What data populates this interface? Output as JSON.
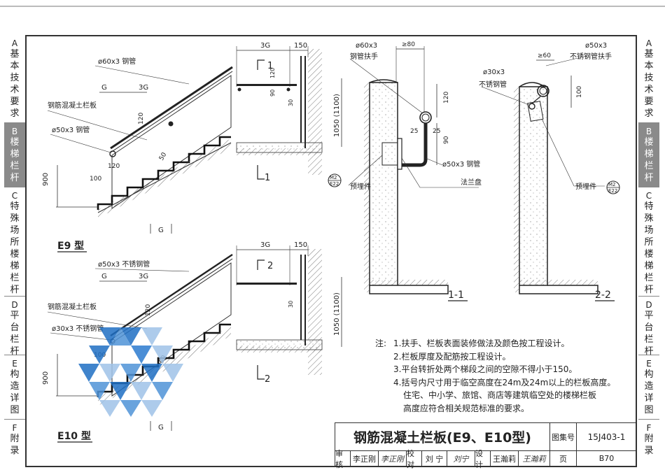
{
  "side_tabs": [
    {
      "letter": "A",
      "label": "基本技术要求",
      "active": false
    },
    {
      "letter": "B",
      "label": "楼梯栏杆",
      "active": true
    },
    {
      "letter": "C",
      "label": "特殊场所楼梯栏杆",
      "active": false
    },
    {
      "letter": "D",
      "label": "平台栏杆",
      "active": false
    },
    {
      "letter": "E",
      "label": "构造详图",
      "active": false
    },
    {
      "letter": "F",
      "label": "附录",
      "active": false
    }
  ],
  "e9": {
    "label": "E9 型",
    "pipe_top": "ø60x3 钢管",
    "panel": "钢筋混凝土栏板",
    "pipe_inner": "ø50x3 钢管",
    "dim_g": "G",
    "dim_3g": "3G",
    "dim_120": "120",
    "dim_50": "50",
    "dim_120b": "120",
    "dim_100": "100",
    "dim_900": "900",
    "dim_g_bottom": "G"
  },
  "e10": {
    "label": "E10 型",
    "pipe_top": "ø50x3 不锈钢管",
    "panel": "钢筋混凝土栏板",
    "pipe_inner": "ø30x3 不锈钢管",
    "dim_g": "G",
    "dim_3g": "3G",
    "dim_120": "120",
    "dim_50": "50",
    "dim_100": "100",
    "dim_900": "900",
    "dim_g_bottom": "G"
  },
  "plan1": {
    "dim_3g": "3G",
    "dim_150": "150",
    "dim_120": "120",
    "dim_90": "90",
    "dim_30": "30",
    "height": "1050 (1100)",
    "cut_top": "1",
    "cut_bottom": "1"
  },
  "plan2": {
    "dim_3g": "3G",
    "dim_150": "150",
    "dim_30": "30",
    "height": "1050 (1100)",
    "cut_top": "2",
    "cut_bottom": "2"
  },
  "section1": {
    "label": "1-1",
    "pipe_top": "ø60x3",
    "pipe_top_desc": "钢管扶手",
    "dim_80": "≥80",
    "dim_120": "120",
    "dim_25a": "25",
    "dim_25b": "25",
    "dim_90": "90",
    "pipe_low": "ø50x3 钢管",
    "embed": "预埋件",
    "flange": "法兰盘",
    "ref_top": "M2",
    "ref_bottom": "E22"
  },
  "section2": {
    "label": "2-2",
    "pipe_top": "ø50x3",
    "pipe_top_desc": "不锈钢管扶手",
    "dim_60": "≥60",
    "pipe_small": "ø30x3",
    "pipe_small_desc": "不锈钢管",
    "dim_100": "100",
    "embed": "预埋件",
    "ref_top": "M2",
    "ref_bottom": "E22"
  },
  "notes": {
    "title": "注:",
    "items": [
      "1.扶手、栏板表面装修做法及颜色按工程设计。",
      "2.栏板厚度及配筋按工程设计。",
      "3.平台转折处两个梯段之间的空隙不得小于150。",
      "4.括号内尺寸用于临空高度在24m及24m以上的栏板高度。",
      "住宅、中小学、旅馆、商店等建筑临空处的楼梯栏板",
      "高度应符合相关规范标准的要求。"
    ]
  },
  "title_block": {
    "title": "钢筋混凝土栏板(E9、E10型)",
    "atlas_label": "图集号",
    "atlas_no": "15J403-1",
    "review_label": "审核",
    "reviewer": "李正刚",
    "reviewer_sign": "李正刚",
    "check_label": "校对",
    "checker": "刘 宁",
    "checker_sign": "刘宁",
    "design_label": "设计",
    "designer": "王瀚莉",
    "designer_sign": "王瀚莉",
    "page_label": "页",
    "page_no": "B70"
  },
  "colors": {
    "watermark_dark": "#1f6fc4",
    "watermark_light": "#9fc3e8",
    "line": "#222222",
    "tab_active": "#8a8a8a"
  }
}
